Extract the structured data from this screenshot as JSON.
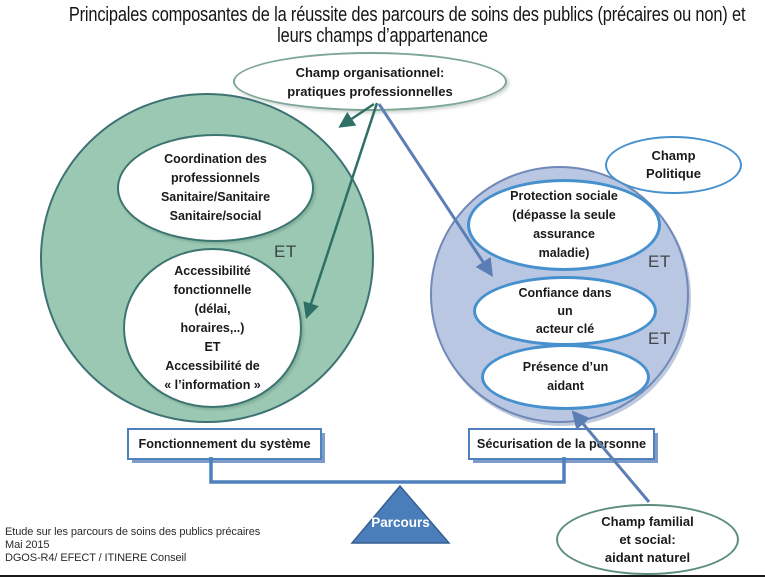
{
  "title": {
    "line1": "Principales composantes de la réussite des parcours de soins des publics (précaires ou non) et",
    "line2": "leurs champs d’appartenance"
  },
  "organisational_field": {
    "lines": [
      "Champ organisationnel:",
      "pratiques professionnelles"
    ]
  },
  "politique_field": {
    "lines": [
      "Champ",
      "Politique"
    ]
  },
  "familial_field": {
    "lines": [
      "Champ familial",
      "et social:",
      "aidant naturel"
    ]
  },
  "left_group": {
    "coordination": [
      "Coordination des",
      "professionnels",
      "Sanitaire/Sanitaire",
      "Sanitaire/social"
    ],
    "accessibility": [
      "Accessibilité",
      "fonctionnelle",
      "(délai,",
      "horaires,..)",
      "ET",
      "Accessibilité de",
      "« l’information »"
    ],
    "connector": "ET",
    "label": "Fonctionnement du système"
  },
  "right_group": {
    "protection": [
      "Protection sociale",
      "(dépasse la seule",
      "assurance",
      "maladie)"
    ],
    "confidence": [
      "Confiance dans",
      "un",
      "acteur clé"
    ],
    "presence": [
      "Présence d’un",
      "aidant"
    ],
    "connector1": "ET",
    "connector2": "ET",
    "label": "Sécurisation de la personne"
  },
  "balance": {
    "label": "Parcours"
  },
  "footer": {
    "lines": [
      "Etude sur les parcours de soins des publics précaires",
      "Mai 2015",
      "DGOS-R4/ EFECT / ITINERE Conseil"
    ]
  },
  "colors": {
    "green_fill": "#9bc8b2",
    "green_border": "#3e7274",
    "teal_arrow": "#2e6f66",
    "blue_fill": "#b9c7e3",
    "blue_circle_border": "#7089b6",
    "inner_blue_border": "#4691cd",
    "steel_blue": "#4f81bd",
    "steel_blue_dark": "#365f91",
    "familial_border": "#5d8c81"
  }
}
